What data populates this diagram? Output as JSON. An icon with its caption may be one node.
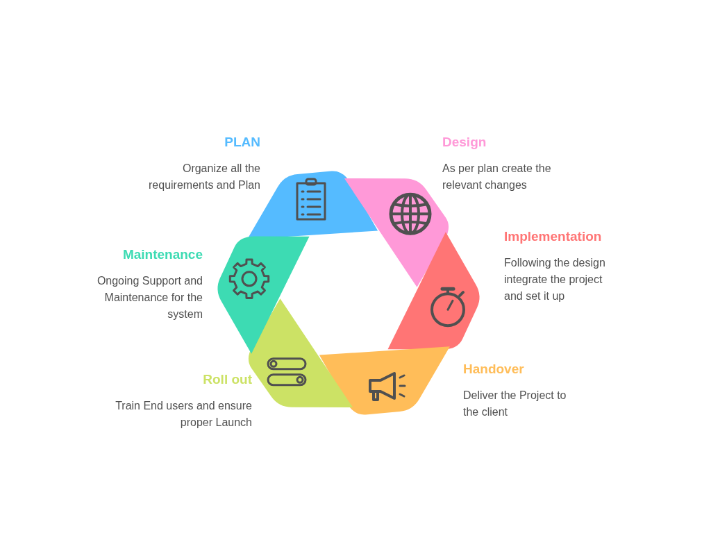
{
  "diagram": {
    "nodes": [
      {
        "text": [
          "PLAN",
          "Organize all the requirements and Plan"
        ]
      },
      {
        "text": [
          "Design",
          "As per plan create the relevant changes"
        ]
      },
      {
        "text": [
          "Implementation",
          "Following the design integrate the project and set it up"
        ]
      },
      {
        "text": [
          "Handover",
          "Deliver the Project to the client"
        ]
      },
      {
        "text": [
          "Roll out",
          "Train End users and ensure proper Launch"
        ]
      },
      {
        "text": [
          "Maintenance",
          "Ongoing Support and Maintenance for the system"
        ]
      }
    ]
  }
}
